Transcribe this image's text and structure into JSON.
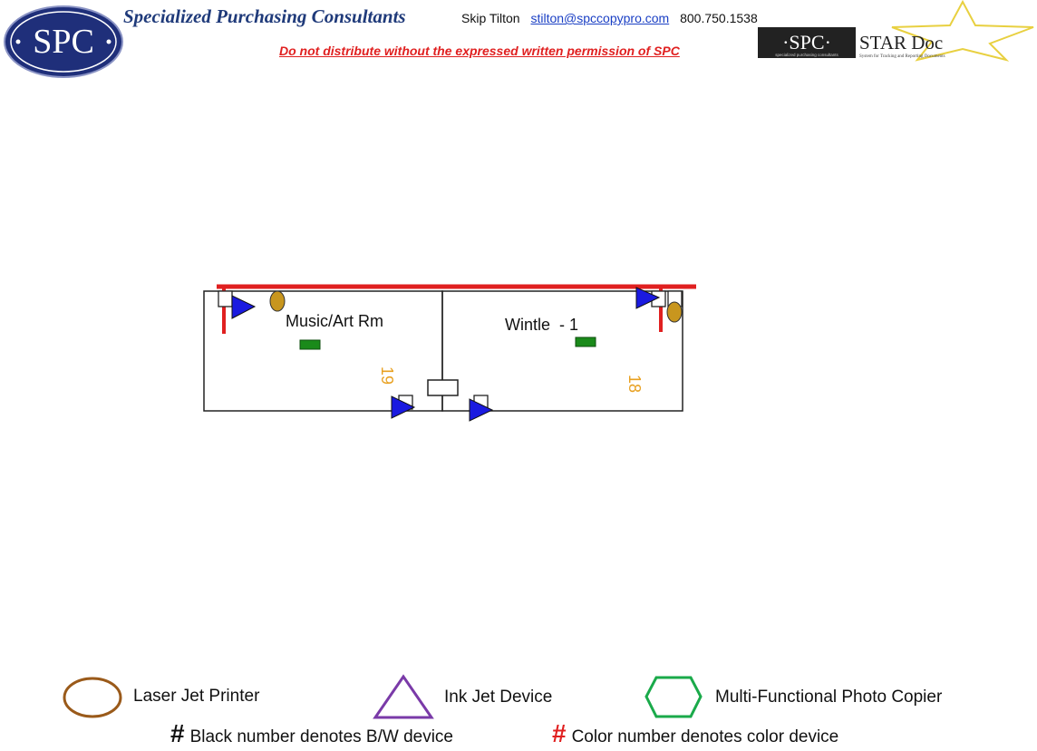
{
  "header": {
    "logo_left_text": "SPC",
    "company": "Specialized Purchasing Consultants",
    "contact_name": "Skip Tilton",
    "contact_email": "stilton@spccopypro.com",
    "contact_phone": "800.750.1538",
    "notice": "Do not distribute without the expressed written permission of SPC",
    "logo_right_spc": "·SPC·",
    "logo_right_spc_sub": "specialized purchasing consultants",
    "logo_right_title": "STAR Doc",
    "logo_right_sub": "System for Tracking and Reporting Documents"
  },
  "rooms": [
    {
      "name": "Music/Art Rm",
      "device_number": "19"
    },
    {
      "name": "Wintle  - 1",
      "device_number": "18"
    }
  ],
  "legend": {
    "laser": "Laser Jet Printer",
    "inkjet": "Ink Jet Device",
    "mfp": "Multi-Functional Photo Copier",
    "hash": "#",
    "bw_note": "Black number denotes B/W device",
    "color_note": "Color number denotes color device"
  },
  "colors": {
    "wall_red": "#e02020",
    "ink_jet_blue": "#1a1ae0",
    "laser_gold": "#c8961e",
    "copier_green": "#1a8a1a",
    "number_orange": "#e8a020"
  }
}
